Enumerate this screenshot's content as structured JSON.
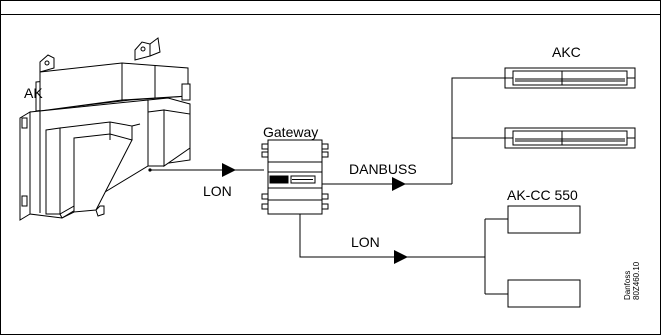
{
  "labels": {
    "ak": "AK",
    "gateway": "Gateway",
    "akc": "AKC",
    "akcc": "AK-CC 550",
    "danbuss": "DANBUSS",
    "lon_left": "LON",
    "lon_bottom": "LON",
    "credit_line1": "Danfoss",
    "credit_line2": "80Z460.10"
  },
  "colors": {
    "line": "#000000",
    "background": "#ffffff"
  },
  "icons": {
    "arrow": "solid-triangle-arrow"
  }
}
